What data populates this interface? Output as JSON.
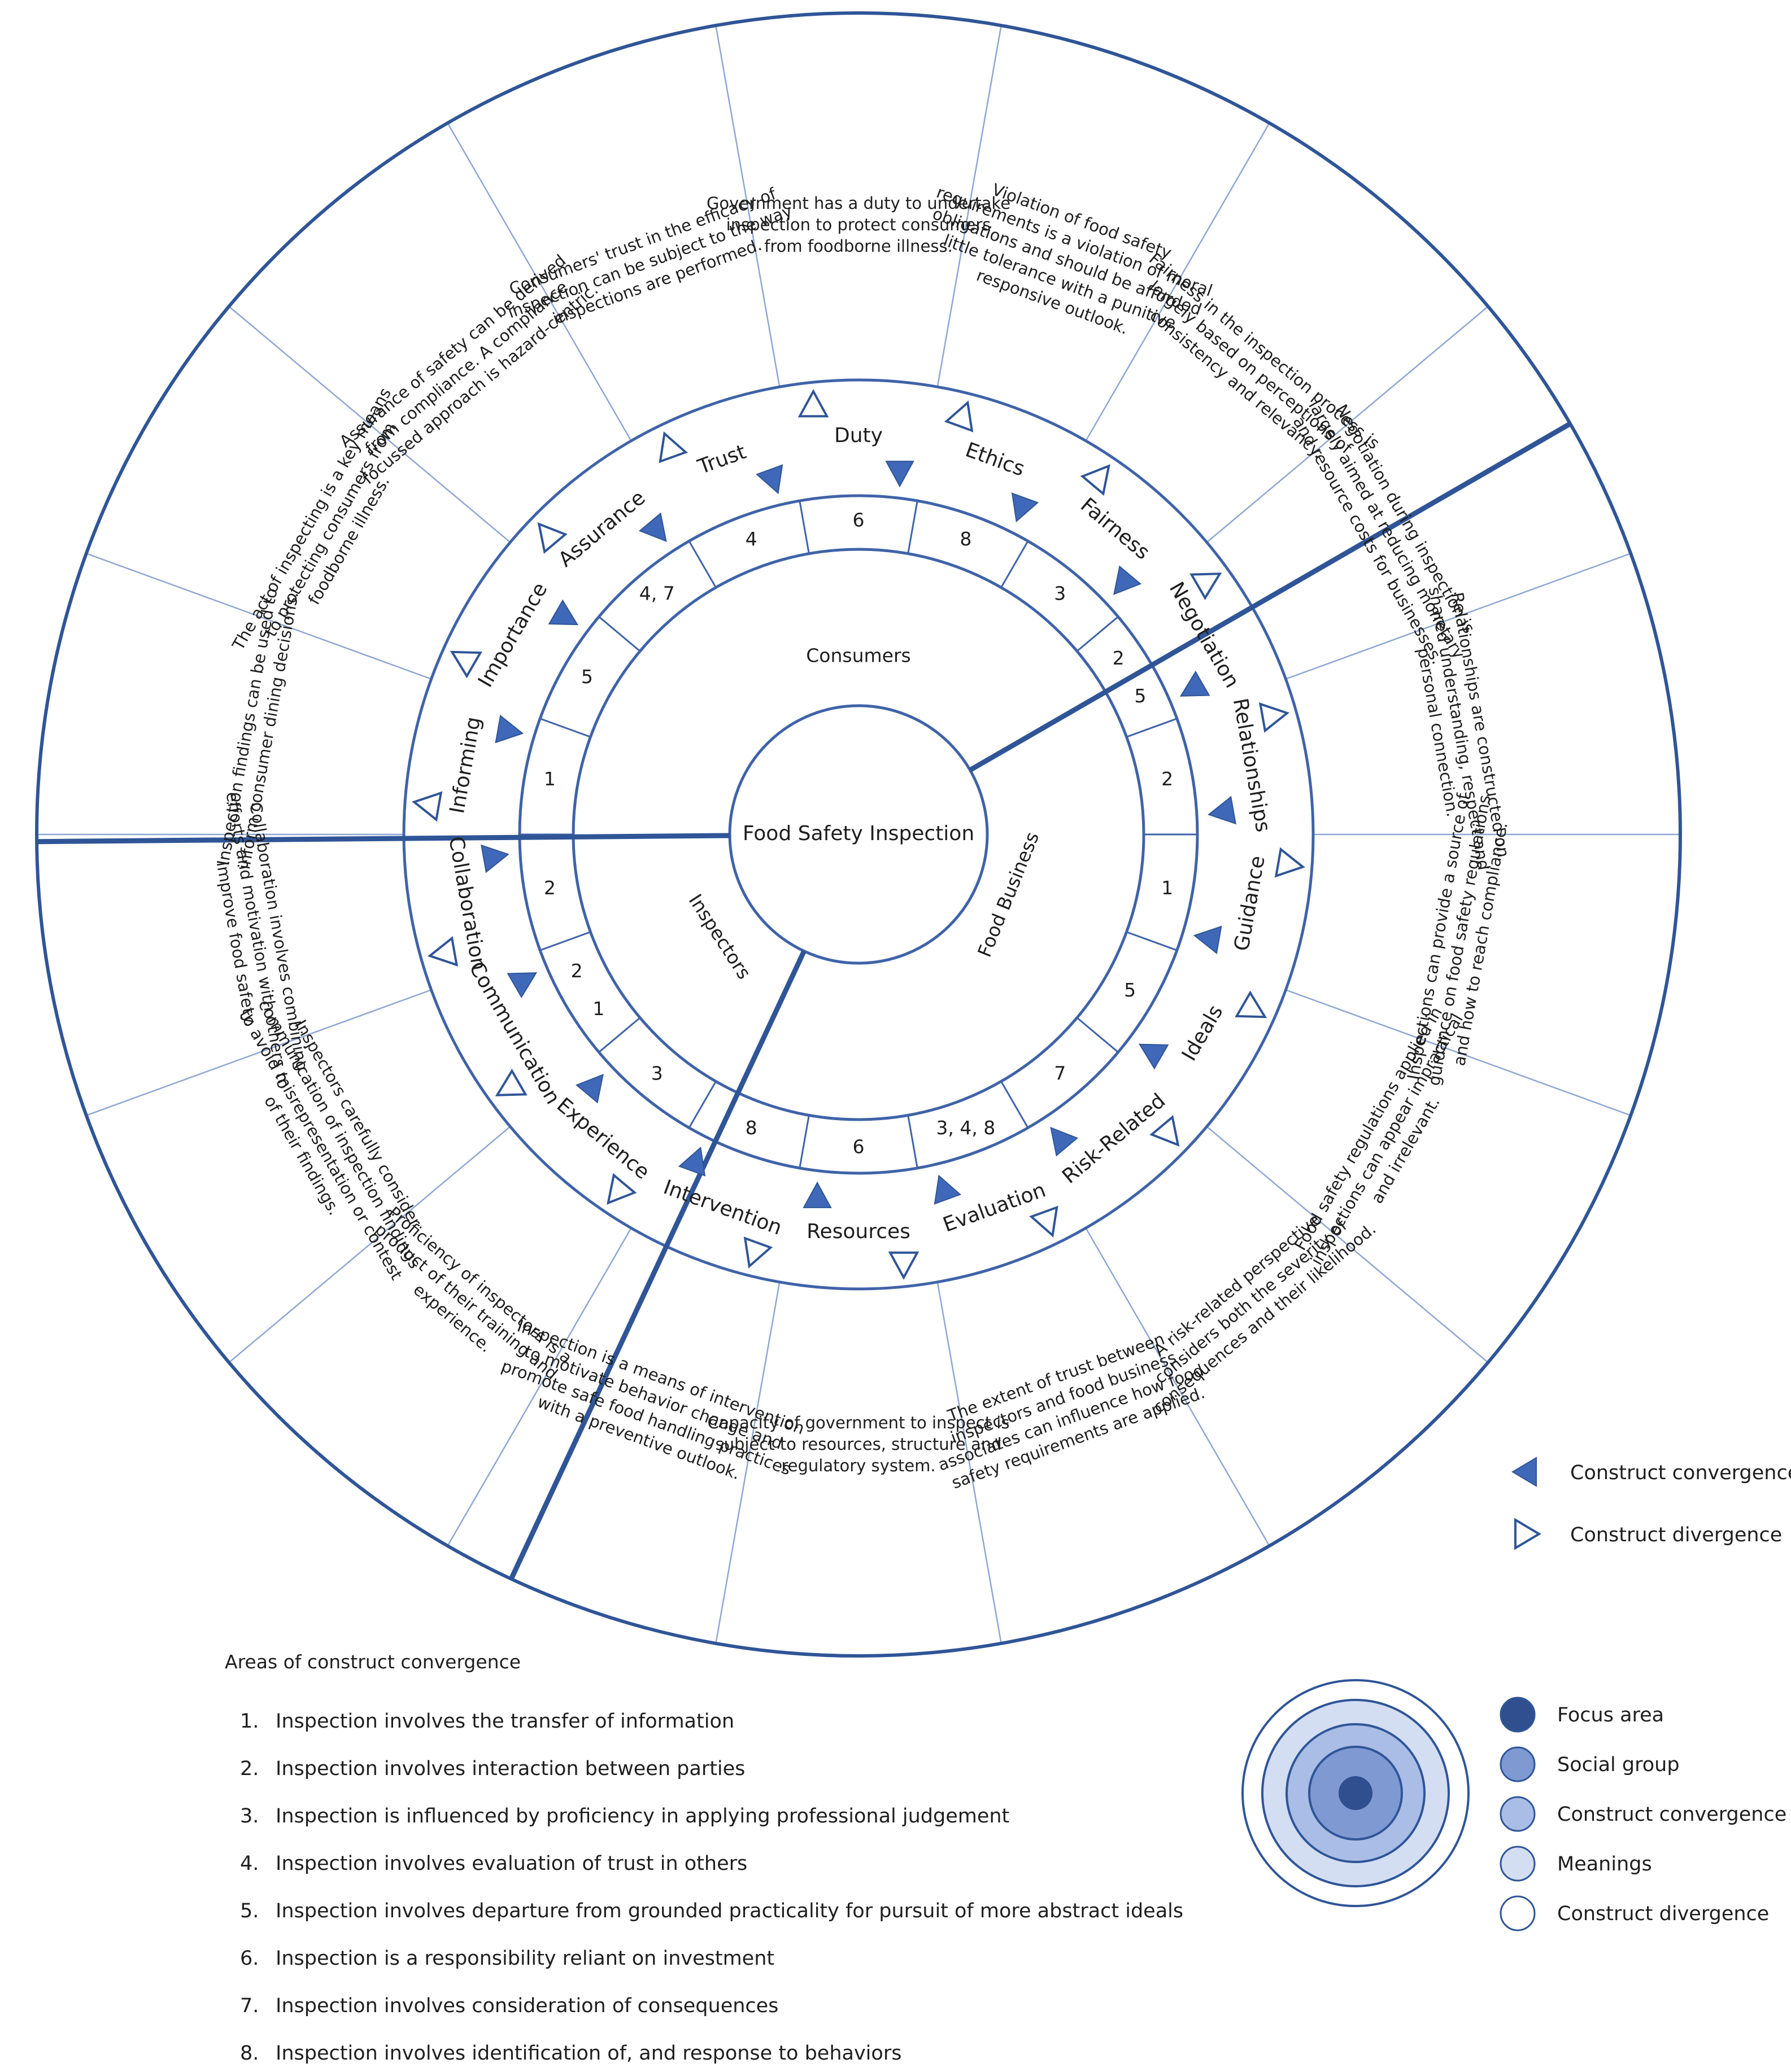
{
  "center": {
    "title": "Food Safety Inspection"
  },
  "groups": [
    {
      "id": "consumers",
      "label": "Consumers"
    },
    {
      "id": "food_business",
      "label": "Food Business"
    },
    {
      "id": "inspectors",
      "label": "Inspectors"
    }
  ],
  "constructs": [
    {
      "id": "informing",
      "label": "Informing",
      "convergence": "1",
      "meaning": [
        "Inspection findings can be used to",
        "inform consumer dining decisions."
      ]
    },
    {
      "id": "importance",
      "label": "Importance",
      "convergence": "5",
      "meaning": [
        "The act of inspecting is a key means",
        "to protecting consumers from",
        "foodborne illness."
      ]
    },
    {
      "id": "assurance",
      "label": "Assurance",
      "convergence": "4, 7",
      "meaning": [
        "Assurance of safety can be derived",
        "from compliance. A compliance",
        "focussed approach is hazard-centric."
      ]
    },
    {
      "id": "trust",
      "label": "Trust",
      "convergence": "4",
      "meaning": [
        "Consumers' trust in the efficacy of",
        "inspection can be subject to the way",
        "inspections are performed."
      ]
    },
    {
      "id": "duty",
      "label": "Duty",
      "convergence": "6",
      "meaning": [
        "Government has a duty to undertake",
        "inspection to protect consumers",
        "from foodborne illness."
      ]
    },
    {
      "id": "ethics",
      "label": "Ethics",
      "convergence": "8",
      "meaning": [
        "Violation of food safety",
        "requirements is a violation of moral",
        "obligations and should be afforded",
        "little tolerance with a punitive",
        "responsive outlook."
      ]
    },
    {
      "id": "fairness",
      "label": "Fairness",
      "convergence": "3",
      "meaning": [
        "Fairness in the inspection process is",
        "largely based on perceptions of",
        "consistency and relevancy."
      ]
    },
    {
      "id": "negotiation",
      "label": "Negotiation",
      "convergence": [
        "2",
        "5"
      ],
      "meaning": [
        "Negotiation during inspection is",
        "largely aimed at reducing monetary",
        "and resource costs for businesses."
      ]
    },
    {
      "id": "relationships",
      "label": "Relationships",
      "convergence": "2",
      "meaning": [
        "Relationships are constructed on",
        "shared understanding, respect and",
        "personal connection."
      ]
    },
    {
      "id": "guidance",
      "label": "Guidance",
      "convergence": "1",
      "meaning": [
        "Inspections can provide a source of",
        "guidance on food safety regulations",
        "and how to reach compliance."
      ]
    },
    {
      "id": "ideals",
      "label": "Ideals",
      "convergence": "5",
      "meaning": [
        "Food safety regulations applied in",
        "inspections can appear impractical",
        "and irrelevant."
      ]
    },
    {
      "id": "risk_related",
      "label": "Risk-Related",
      "convergence": "7",
      "meaning": [
        "A risk-related perspective",
        "considers both the severity of",
        "consequences and their likelihood."
      ]
    },
    {
      "id": "evaluation",
      "label": "Evaluation",
      "convergence": "3, 4, 8",
      "meaning": [
        "The extent of trust between",
        "inspectors and food business",
        "associates can influence how food",
        "safety requirements are applied."
      ]
    },
    {
      "id": "resources",
      "label": "Resources",
      "convergence": "6",
      "meaning": [
        "Capacity of government to inspect is",
        "subject to resources, structure and",
        "regulatory system."
      ]
    },
    {
      "id": "intervention",
      "label": "Intervention",
      "convergence": "8",
      "meaning": [
        "Inspection is a means of intervention",
        "to motivate behavior change and",
        "promote safe food handling practices",
        "with a preventive outlook."
      ]
    },
    {
      "id": "experience",
      "label": "Experience",
      "convergence": "3",
      "meaning": [
        "Proficiency of inspectors is a",
        "product of their training and",
        "experience."
      ]
    },
    {
      "id": "communication",
      "label": "Communication",
      "convergence": [
        "1",
        "2"
      ],
      "meaning": [
        "Inspectors carefully consider",
        "communication of inspection findings",
        "to avoid misrepresentation or contest",
        "of their findings."
      ]
    },
    {
      "id": "collaboration",
      "label": "Collaboration",
      "convergence": "2",
      "meaning": [
        "Collaboration involves combining",
        "efforts and motivation with others to",
        "improve food safety."
      ]
    }
  ],
  "legend_markers": [
    {
      "label": "Construct convergence",
      "icon": "filled-triangle-icon"
    },
    {
      "label": "Construct divergence",
      "icon": "outline-triangle-icon"
    }
  ],
  "legend_circles": [
    {
      "label": "Focus area",
      "color": "#2f4f8f"
    },
    {
      "label": "Social group",
      "color": "#7f99d3"
    },
    {
      "label": "Construct convergence",
      "color": "#a9bde6"
    },
    {
      "label": "Meanings",
      "color": "#d3def3"
    },
    {
      "label": "Construct divergence",
      "color": "#ffffff"
    }
  ],
  "areas": {
    "title": "Areas of construct convergence",
    "items": [
      {
        "num": "1.",
        "text": "Inspection involves the transfer of information"
      },
      {
        "num": "2.",
        "text": "Inspection involves interaction between parties"
      },
      {
        "num": "3.",
        "text": "Inspection is influenced by proficiency in applying professional judgement"
      },
      {
        "num": "4.",
        "text": "Inspection involves evaluation of trust in others"
      },
      {
        "num": "5.",
        "text": "Inspection involves departure from grounded practicality for pursuit of more abstract ideals"
      },
      {
        "num": "6.",
        "text": "Inspection is a responsibility reliant on investment"
      },
      {
        "num": "7.",
        "text": "Inspection involves consideration of consequences"
      },
      {
        "num": "8.",
        "text": "Inspection involves identification of, and response to behaviors"
      }
    ]
  }
}
